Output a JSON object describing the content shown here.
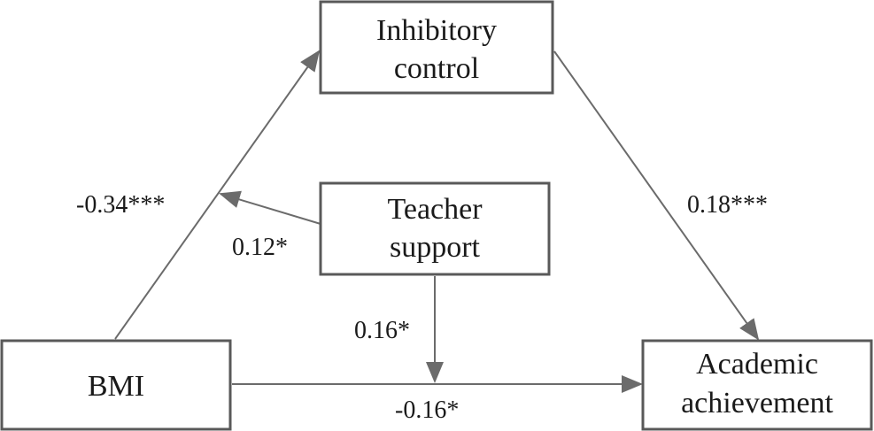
{
  "nodes": {
    "inhibitory_control": {
      "line1": "Inhibitory",
      "line2": "control"
    },
    "teacher_support": {
      "line1": "Teacher",
      "line2": "support"
    },
    "bmi": {
      "line1": "BMI"
    },
    "academic_achievement": {
      "line1": "Academic",
      "line2": "achievement"
    }
  },
  "edges": {
    "bmi_to_inhibitory": {
      "label": "-0.34***"
    },
    "inhibitory_to_academic": {
      "label": "0.18***"
    },
    "teacher_to_path_a": {
      "label": "0.12*"
    },
    "teacher_to_direct": {
      "label": "0.16*"
    },
    "bmi_to_academic": {
      "label": "-0.16*"
    }
  },
  "colors": {
    "box_stroke": "#595959",
    "arrow": "#6b6b6b",
    "text": "#1a1a1a"
  }
}
